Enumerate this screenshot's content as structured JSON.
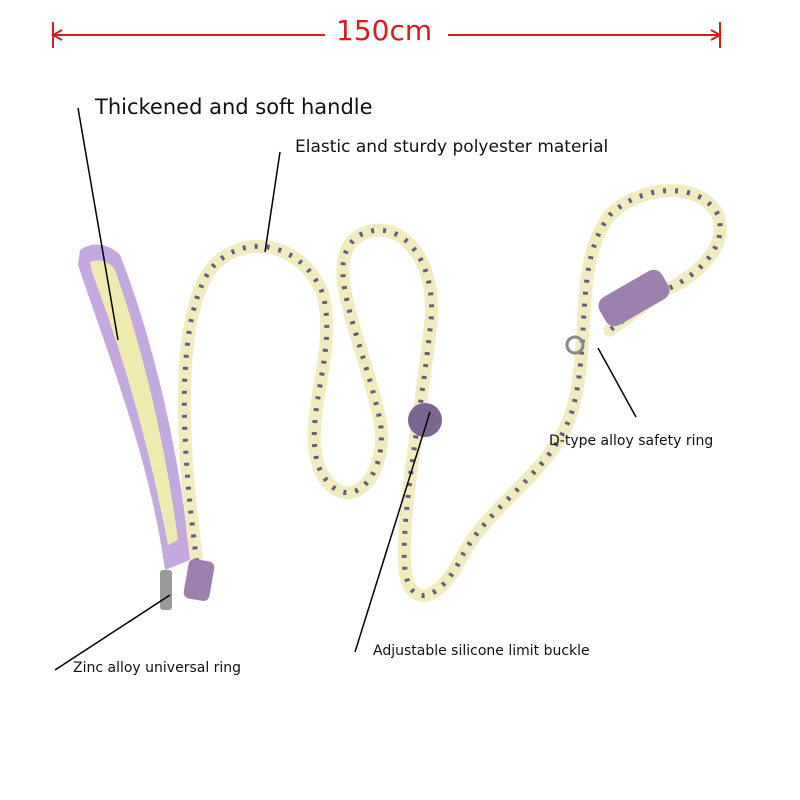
{
  "dimension": {
    "label": "150cm",
    "color": "#d41f1f"
  },
  "callouts": [
    {
      "text": "Thickened and soft handle"
    },
    {
      "text": "Elastic and sturdy polyester material"
    },
    {
      "text": "D-type alloy safety ring"
    },
    {
      "text": "Adjustable silicone limit buckle"
    },
    {
      "text": "Zinc alloy universal ring"
    }
  ],
  "colors": {
    "rope": "#efedc0",
    "pattern": "#6e5a78",
    "handle_border": "#c4a9e0",
    "handle_inner": "#eeeab0",
    "silicone": "#9b80b0"
  }
}
